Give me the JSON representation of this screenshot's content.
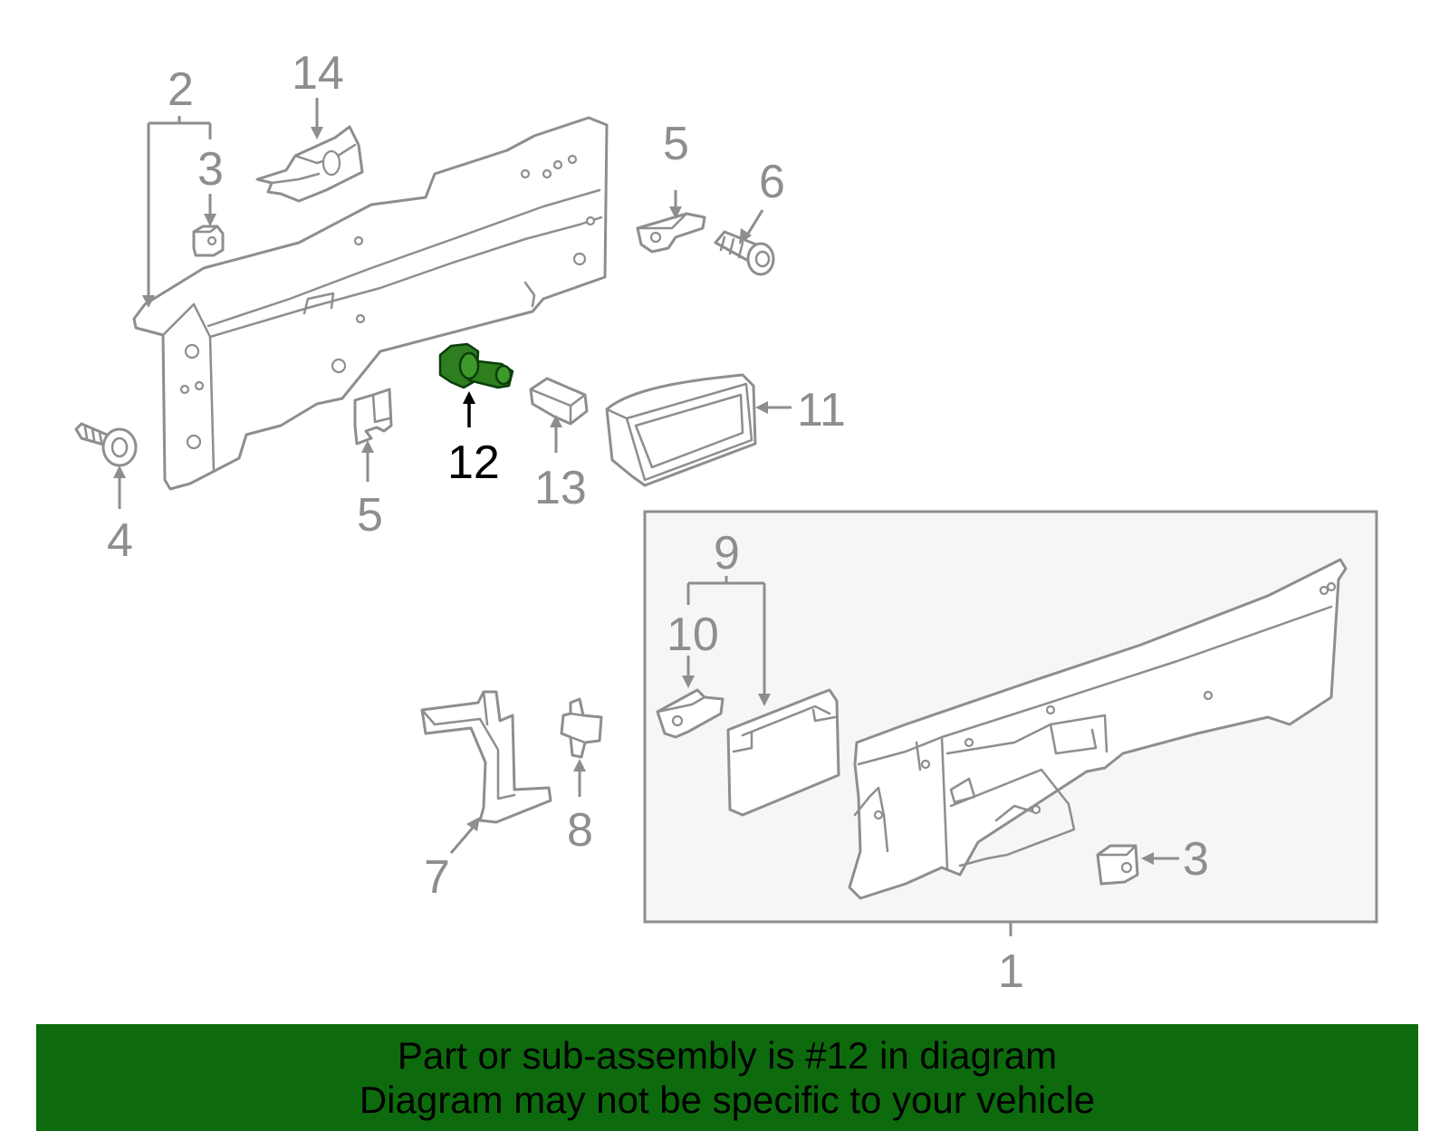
{
  "diagram": {
    "callouts": {
      "c1": "1",
      "c2": "2",
      "c3a": "3",
      "c3b": "3",
      "c4": "4",
      "c5a": "5",
      "c5b": "5",
      "c6": "6",
      "c7": "7",
      "c8": "8",
      "c9": "9",
      "c10": "10",
      "c11": "11",
      "c12": "12",
      "c13": "13",
      "c14": "14"
    },
    "highlighted_part": "12",
    "highlight_color": "#2e7d1e",
    "line_color": "#8e8e8e"
  },
  "footer": {
    "line1": "Part or sub-assembly is #12 in diagram",
    "line2": "Diagram may not be specific to your vehicle",
    "background": "#0d6b0d"
  }
}
